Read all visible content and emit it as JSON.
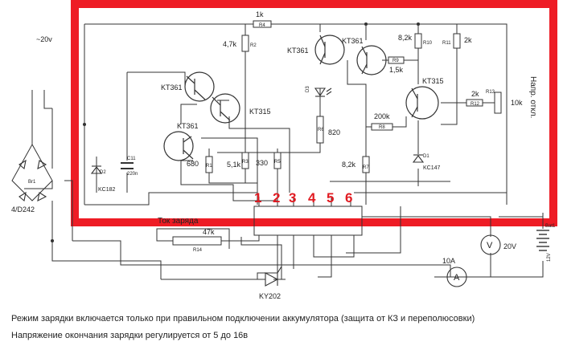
{
  "colors": {
    "frame": "#ee1c25",
    "wire": "#333333",
    "pin_numbers": "#e11b22",
    "background": "#ffffff"
  },
  "labels": {
    "r_top": "1k",
    "r_top_id": "R4",
    "q_top_left": "KT361",
    "q_top_mid": "KT361",
    "q_mid_left": "KT361",
    "q_mid_315": "KT315",
    "q_right_315": "KT315",
    "q_left_low": "KT361",
    "r2_val": "4,7k",
    "r2_id": "R2",
    "r10_val": "8,2k",
    "r10_id": "R10",
    "r11_id": "R11",
    "r11_val": "2k",
    "r9_id": "R9",
    "r9_val": "1,5k",
    "r12_val": "2k",
    "r12_id": "R12",
    "r13_id": "R13",
    "r13_val": "10k",
    "napr": "Напр. откл.",
    "led_id": "D3",
    "r6_id": "R6",
    "r6_val": "820",
    "r8_val": "200k",
    "r8_id": "R8",
    "r1_id": "R1",
    "r1_val": "680",
    "r3_val": "5,1k",
    "r3_id": "R3",
    "r5_val": "330",
    "r5_id": "R5",
    "r7_val": "8,2k",
    "r7_id": "R7",
    "d1_id": "D1",
    "d1_val": "KC147",
    "c1_id": "C11",
    "c1_val": "220n",
    "d2_id": "D2",
    "d2_val": "KC182",
    "bridge_id": "Br1",
    "bridge_val": "4/D242",
    "ac": "~20v",
    "tok": "Ток заряда",
    "r14_val": "47k",
    "r14_id": "R14",
    "thyristor": "KY202",
    "ammeter": "A",
    "ammeter_val": "10A",
    "voltmeter": "V",
    "voltmeter_val": "20V",
    "bat_id": "Bat1",
    "bat_val": "12V"
  },
  "pins": [
    "1",
    "2",
    "3",
    "4",
    "5",
    "6"
  ],
  "captions": {
    "line1": "Режим зарядки включается только при правильном подключении аккумулятора (защита от КЗ и переполюсовки)",
    "line2": "Напряжение окончания зарядки регулируется от 5 до 16в"
  }
}
